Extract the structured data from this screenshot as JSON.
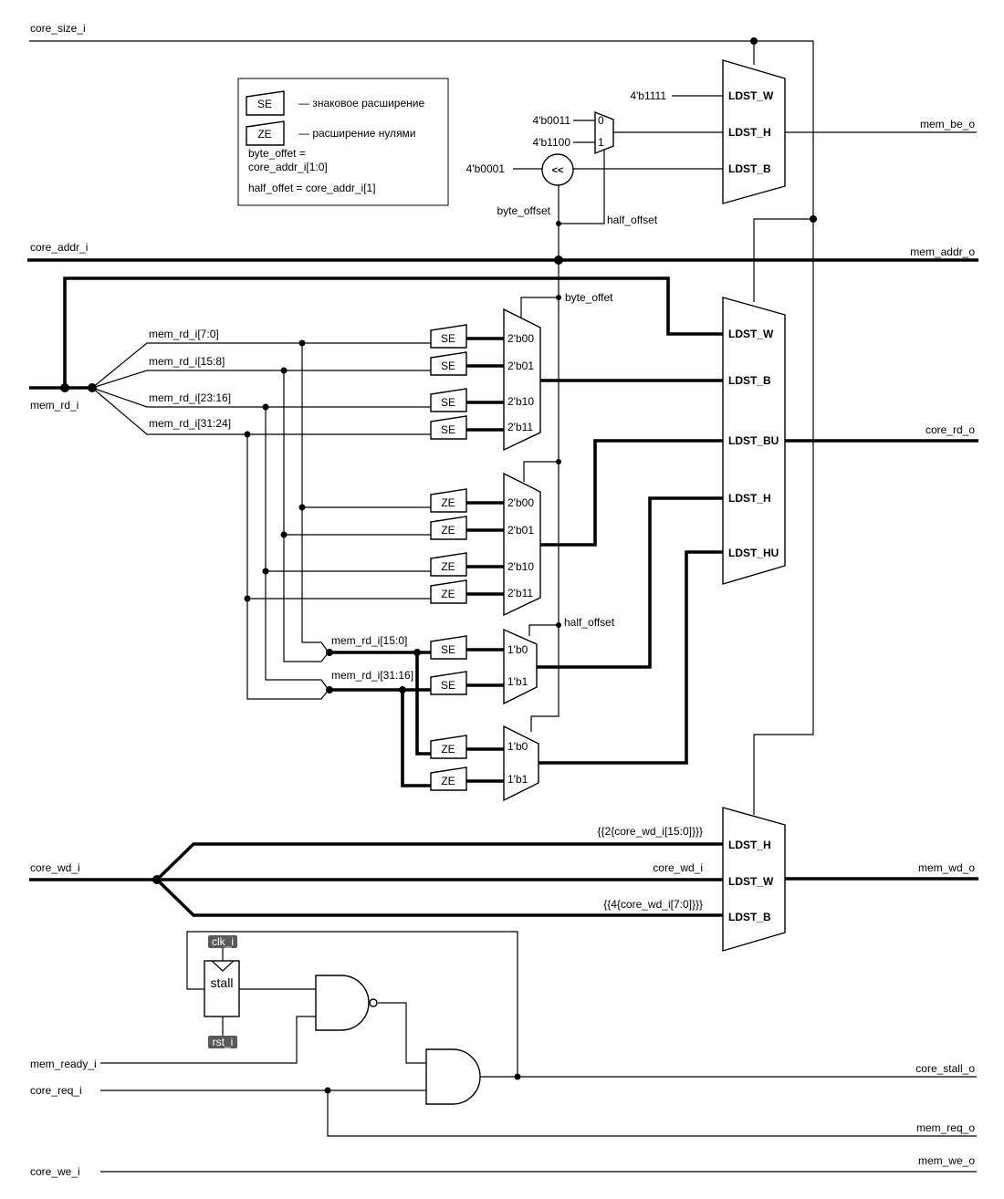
{
  "ports": {
    "core_size_i": "core_size_i",
    "core_addr_i": "core_addr_i",
    "mem_addr_o": "mem_addr_o",
    "mem_be_o": "mem_be_o",
    "mem_rd_i": "mem_rd_i",
    "core_rd_o": "core_rd_o",
    "core_wd_i": "core_wd_i",
    "mem_wd_o": "mem_wd_o",
    "mem_ready_i": "mem_ready_i",
    "core_req_i": "core_req_i",
    "core_we_i": "core_we_i",
    "core_stall_o": "core_stall_o",
    "mem_req_o": "mem_req_o",
    "mem_we_o": "mem_we_o"
  },
  "legend": {
    "se_tag": "SE",
    "se_desc": "— знаковое расширение",
    "ze_tag": "ZE",
    "ze_desc": "— расширение нулями",
    "byte_offset_line1": "byte_offet =",
    "byte_offset_line2": "core_addr_i[1:0]",
    "half_offset_line": "half_offet = core_addr_i[1]"
  },
  "constants": {
    "c1111": "4'b1111",
    "c0011": "4'b0011",
    "c1100": "4'b1100",
    "c0001": "4'b0001"
  },
  "muxes": {
    "ldst_w": "LDST_W",
    "ldst_h": "LDST_H",
    "ldst_b": "LDST_B",
    "ldst_bu": "LDST_BU",
    "ldst_hu": "LDST_HU",
    "sel_00": "2'b00",
    "sel_01": "2'b01",
    "sel_10": "2'b10",
    "sel_11": "2'b11",
    "sel_1b0": "1'b0",
    "sel_1b1": "1'b1",
    "sel_0": "0",
    "sel_1": "1",
    "shift": "<<"
  },
  "signals": {
    "byte_offset": "byte_offset",
    "byte_offet": "byte_offet",
    "half_offset": "half_offset",
    "rd_7_0": "mem_rd_i[7:0]",
    "rd_15_8": "mem_rd_i[15:8]",
    "rd_23_16": "mem_rd_i[23:16]",
    "rd_31_24": "mem_rd_i[31:24]",
    "rd_15_0": "mem_rd_i[15:0]",
    "rd_31_16": "mem_rd_i[31:16]",
    "wd_h": "{{2{core_wd_i[15:0]}}}",
    "wd_w": "core_wd_i",
    "wd_b": "{{4{core_wd_i[7:0]}}}"
  },
  "blocks": {
    "se": "SE",
    "ze": "ZE",
    "stall": "stall",
    "clk": "clk_i",
    "rst": "rst_i"
  }
}
